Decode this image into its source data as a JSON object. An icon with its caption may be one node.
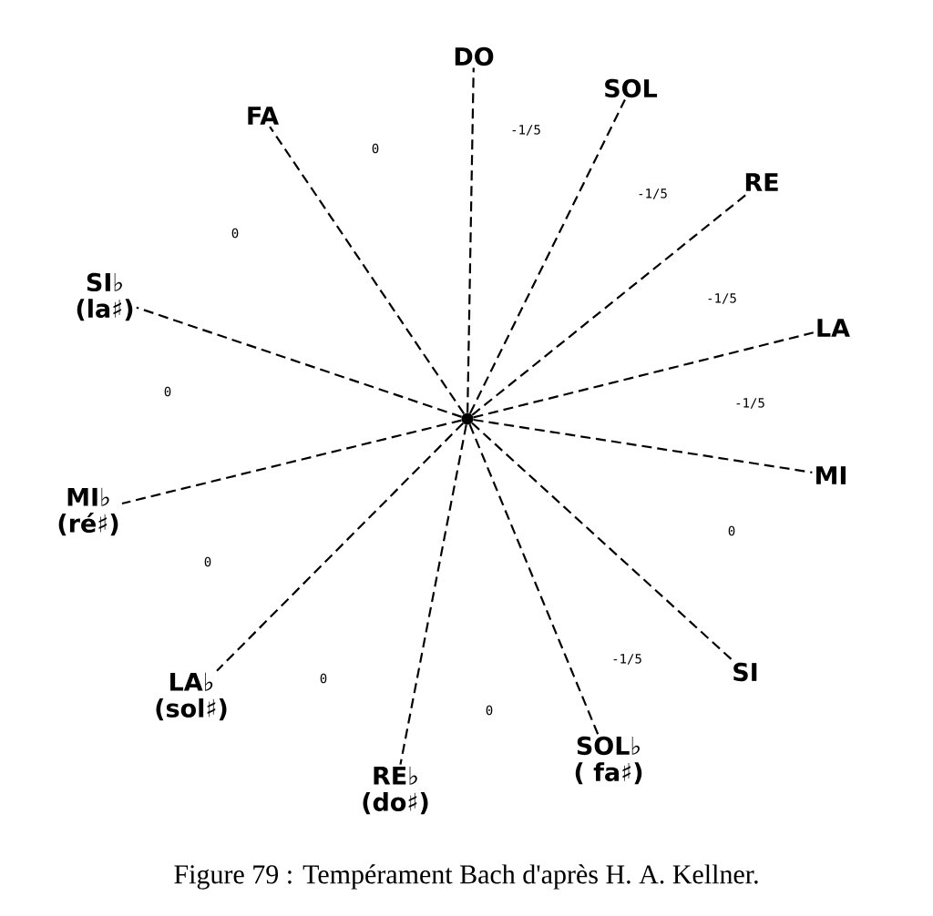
{
  "diagram": {
    "caption": "Figure 79 : Tempérament Bach d'après H. A. Kellner.",
    "nodes": [
      {
        "text": [
          "DO"
        ]
      },
      {
        "text": [
          "SOL"
        ]
      },
      {
        "text": [
          "RE"
        ]
      },
      {
        "text": [
          "LA"
        ]
      },
      {
        "text": [
          "MI"
        ]
      },
      {
        "text": [
          "SI"
        ]
      },
      {
        "text": [
          "SOL♭",
          "( fa♯)"
        ]
      },
      {
        "text": [
          "RE♭",
          "(do♯)"
        ]
      },
      {
        "text": [
          "LA♭",
          "(sol♯)"
        ]
      },
      {
        "text": [
          "MI♭",
          "(ré♯)"
        ]
      },
      {
        "text": [
          "SI♭",
          "(la♯)"
        ]
      },
      {
        "text": [
          "FA"
        ]
      },
      {
        "text": [],
        "shape": "circle"
      }
    ],
    "edges": [
      {
        "from": 12,
        "to": 0,
        "arrow": "none",
        "style": "dashed"
      },
      {
        "from": 12,
        "to": 1,
        "arrow": "none",
        "style": "dashed"
      },
      {
        "from": 12,
        "to": 2,
        "arrow": "none",
        "style": "dashed"
      },
      {
        "from": 12,
        "to": 3,
        "arrow": "none",
        "style": "dashed"
      },
      {
        "from": 12,
        "to": 4,
        "arrow": "none",
        "style": "dashed"
      },
      {
        "from": 12,
        "to": 5,
        "arrow": "none",
        "style": "dashed"
      },
      {
        "from": 12,
        "to": 6,
        "arrow": "none",
        "style": "dashed"
      },
      {
        "from": 12,
        "to": 7,
        "arrow": "none",
        "style": "dashed"
      },
      {
        "from": 12,
        "to": 8,
        "arrow": "none",
        "style": "dashed"
      },
      {
        "from": 12,
        "to": 9,
        "arrow": "none",
        "style": "dashed"
      },
      {
        "from": 12,
        "to": 10,
        "arrow": "none",
        "style": "dashed"
      },
      {
        "from": 12,
        "to": 11,
        "arrow": "none",
        "style": "dashed"
      }
    ],
    "labels": [
      "-1/5",
      "0",
      "-1/5",
      "0",
      "-1/5",
      "0",
      "-1/5",
      "0",
      "0",
      "-1/5",
      "0",
      "0"
    ]
  }
}
